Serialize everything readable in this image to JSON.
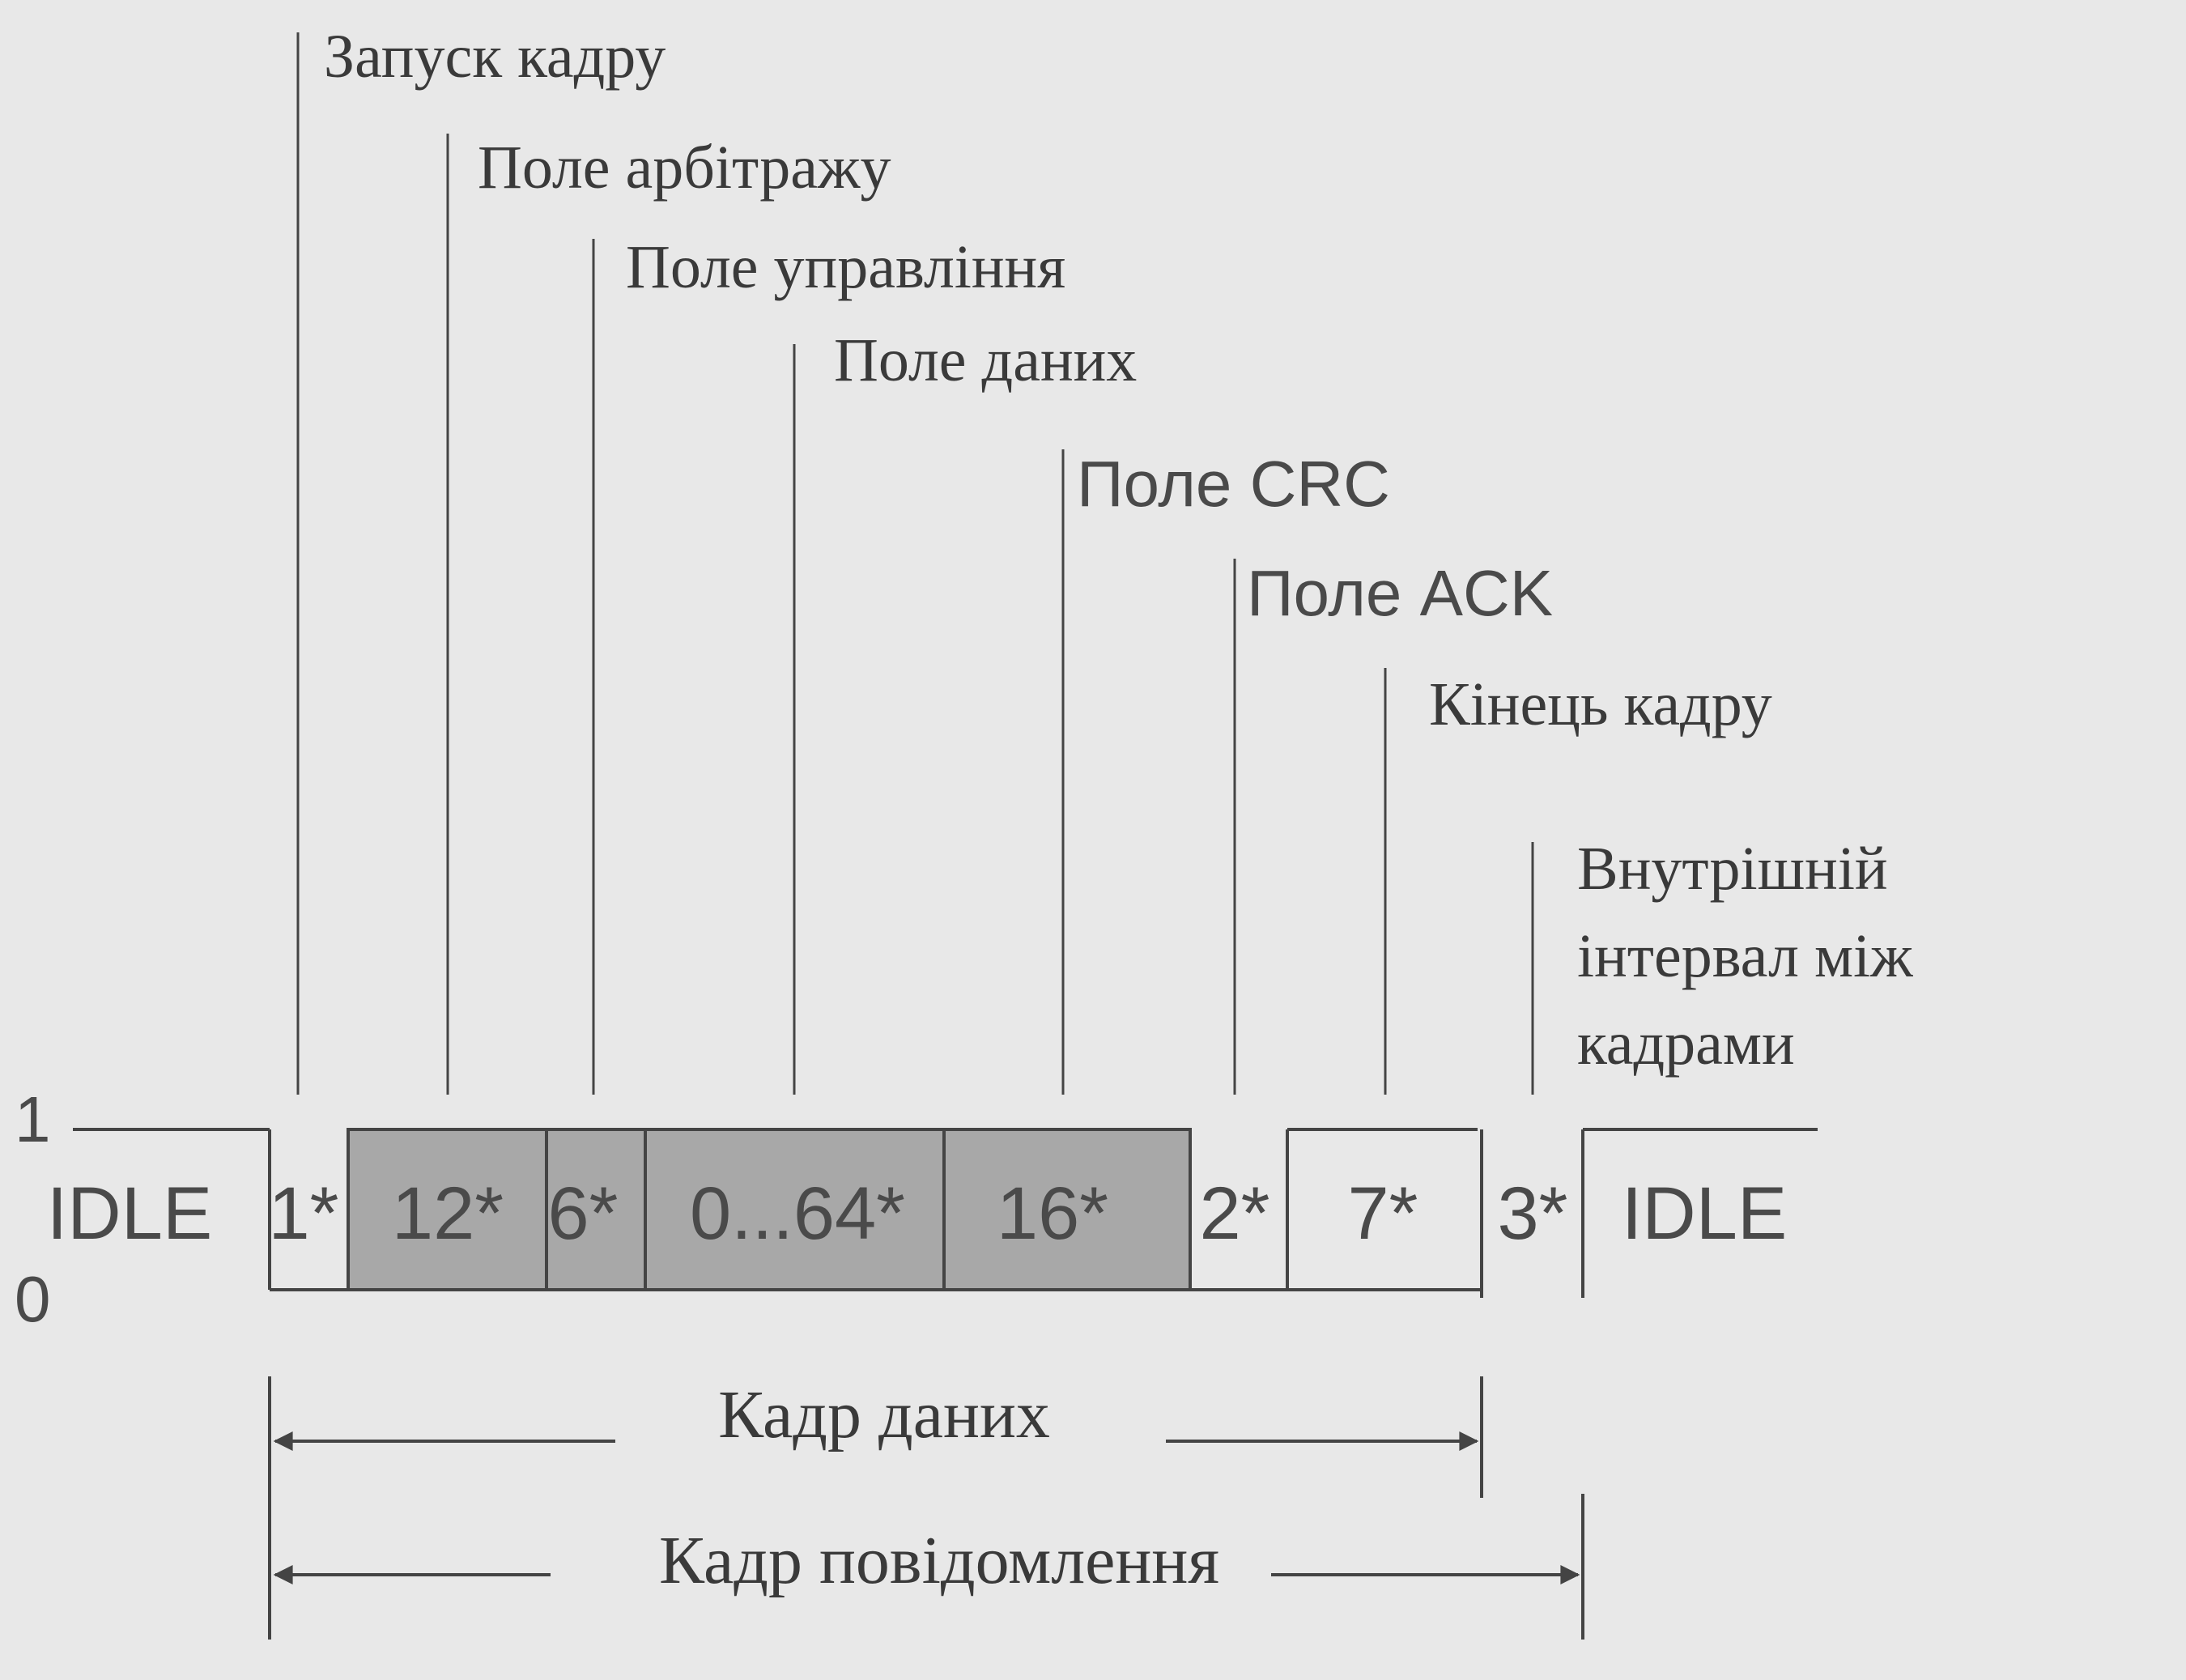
{
  "axis": {
    "high": "1",
    "low": "0"
  },
  "field_labels": [
    {
      "text": "Запуск кадру"
    },
    {
      "text": "Поле арбітражу"
    },
    {
      "text": "Поле управління"
    },
    {
      "text": "Поле даних"
    },
    {
      "text": "Поле CRC"
    },
    {
      "text": "Поле ACK"
    },
    {
      "text": "Кінець кадру"
    },
    {
      "text": [
        "Внутрішній",
        "інтервал між",
        "кадрами"
      ]
    }
  ],
  "segments": [
    {
      "text": "IDLE",
      "shaded": false
    },
    {
      "text": "1*",
      "shaded": false
    },
    {
      "text": "12*",
      "shaded": true
    },
    {
      "text": "6*",
      "shaded": true
    },
    {
      "text": "0...64*",
      "shaded": true
    },
    {
      "text": "16*",
      "shaded": true
    },
    {
      "text": "2*",
      "shaded": false
    },
    {
      "text": "7*",
      "shaded": false
    },
    {
      "text": "3*",
      "shaded": false
    },
    {
      "text": "IDLE",
      "shaded": false
    }
  ],
  "spans": [
    {
      "text": "Кадр даних"
    },
    {
      "text": "Кадр повідомлення"
    }
  ],
  "colors": {
    "background": "#e8e8e8",
    "shaded": "#a8a8a8",
    "line": "#444444",
    "text": "#3a3a3a"
  }
}
